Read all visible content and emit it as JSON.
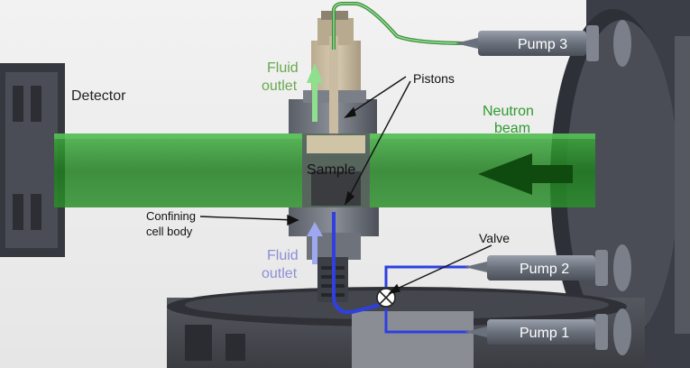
{
  "labels": {
    "detector": "Detector",
    "fluid_outlet_top_line1": "Fluid",
    "fluid_outlet_top_line2": "outlet",
    "pistons": "Pistons",
    "neutron_beam_line1": "Neutron",
    "neutron_beam_line2": "beam",
    "sample": "Sample",
    "confining_line1": "Confining",
    "confining_line2": "cell body",
    "valve": "Valve",
    "fluid_outlet_bottom_line1": "Fluid",
    "fluid_outlet_bottom_line2": "outlet",
    "pump3": "Pump 3",
    "pump2": "Pump 2",
    "pump1": "Pump 1"
  },
  "colors": {
    "beam_green": "#2f9a2f",
    "label_green": "#6aa84f",
    "label_blue": "#8d8fd6",
    "tube_blue": "#2f3fe0",
    "tube_green": "#7ad17a",
    "arrow_green": "#8ee08e",
    "arrow_blue": "#9ea8f0"
  }
}
